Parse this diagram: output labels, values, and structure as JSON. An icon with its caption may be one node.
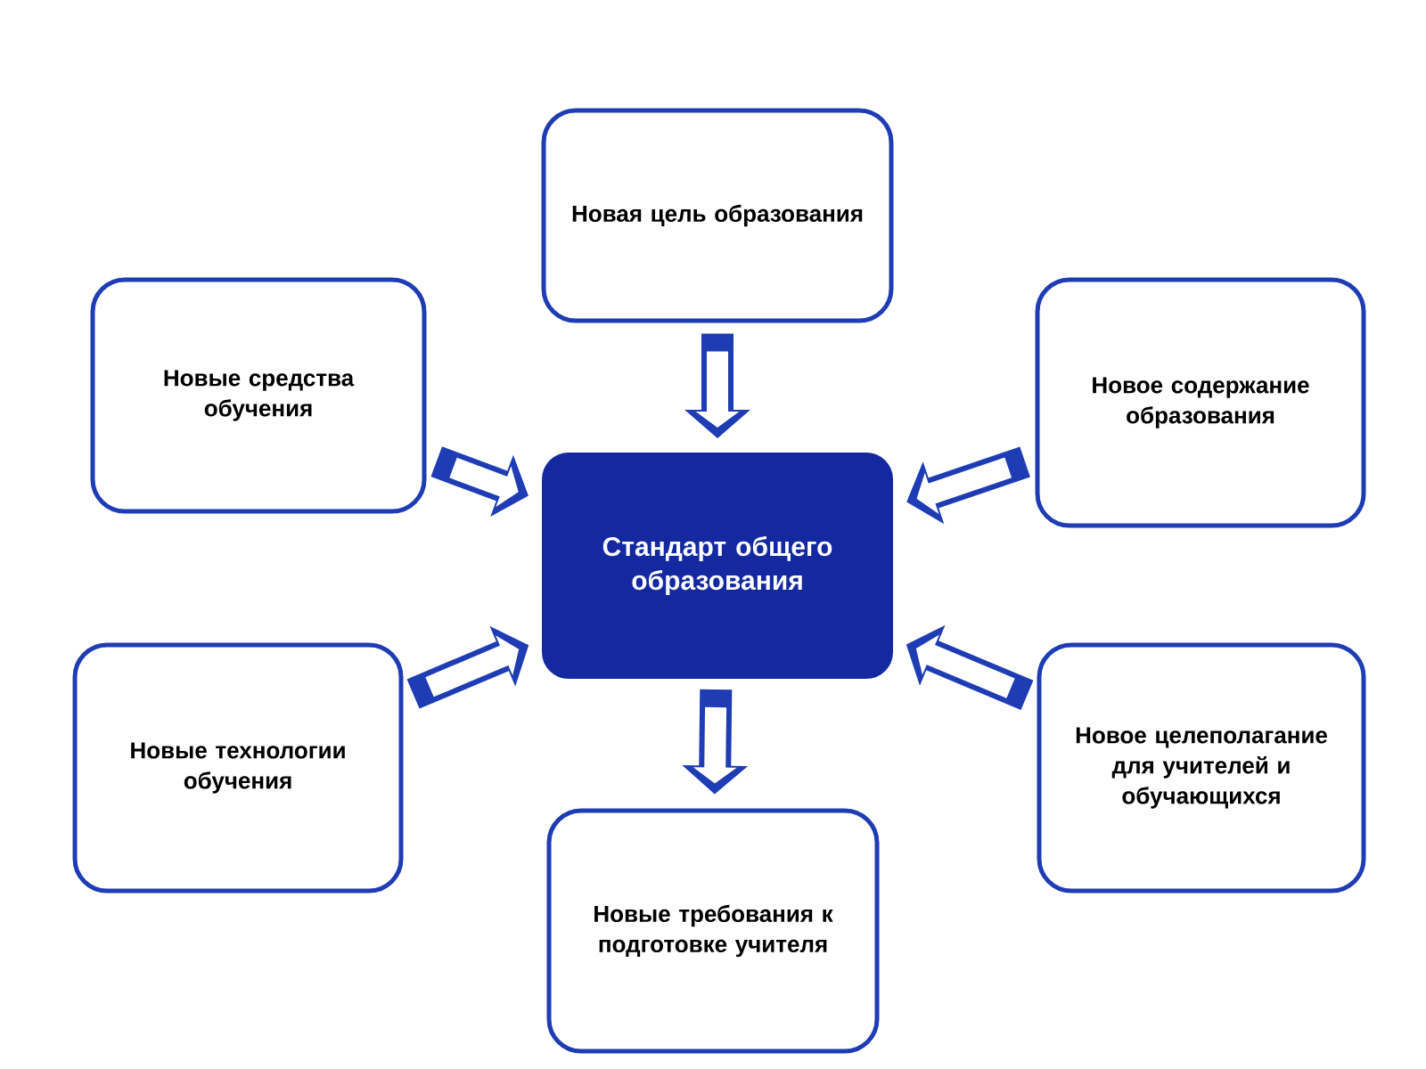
{
  "diagram": {
    "nodes": [
      {
        "text": [
          "Новая цель образования"
        ]
      },
      {
        "text": [
          "Новые средства обучения"
        ]
      },
      {
        "text": [
          "Новое содержание образования"
        ]
      },
      {
        "text": [
          "Стандарт общего образования"
        ]
      },
      {
        "text": [
          "Новые технологии обучения"
        ]
      },
      {
        "text": [
          "Новое целеполагание для учителей и обучающихся"
        ]
      },
      {
        "text": [
          "Новые требования к подготовке учителя"
        ]
      }
    ],
    "edges": [
      {
        "from": 0,
        "to": 3,
        "arrow": "to"
      },
      {
        "from": 1,
        "to": 3,
        "arrow": "to"
      },
      {
        "from": 2,
        "to": 3,
        "arrow": "to"
      },
      {
        "from": 4,
        "to": 3,
        "arrow": "to"
      },
      {
        "from": 5,
        "to": 3,
        "arrow": "to"
      },
      {
        "from": 3,
        "to": 6,
        "arrow": "to"
      }
    ]
  }
}
